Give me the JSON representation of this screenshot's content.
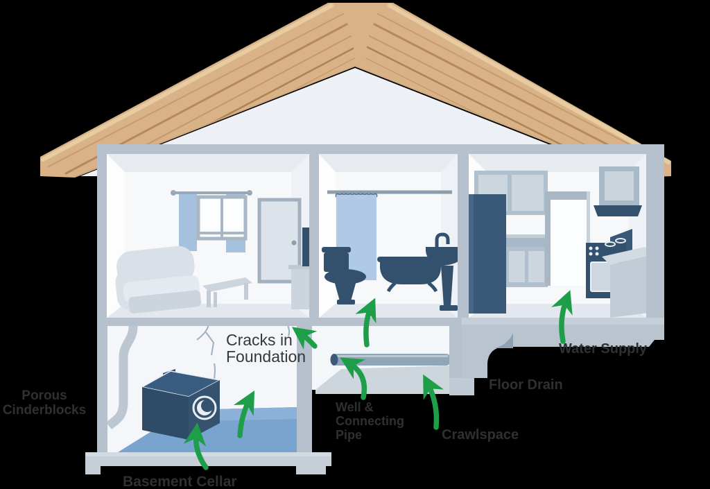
{
  "scene": {
    "background_color": "#000000",
    "arrow_color": "#1f9e4a",
    "text_color": "#2e3033",
    "roof_wood_color": "#d9b287",
    "wood_grain_color": "#b48a5c",
    "frame_color": "#b6c1cd",
    "wall_color": "#f6f8fa",
    "furniture_navy": "#33516d",
    "curtain_blue": "#a9c3e0",
    "basement_water_blue": "#7aa4d0"
  },
  "labels": {
    "porous_cinderblocks": "Porous\nCinderblocks",
    "cracks_in_foundation": "Cracks in\nFoundation",
    "well_connecting_pipe": "Well &\nConnecting\nPipe",
    "basement_cellar": "Basement Cellar",
    "crawlspace": "Crawlspace",
    "floor_drain": "Floor Drain",
    "water_supply": "Water Supply"
  }
}
